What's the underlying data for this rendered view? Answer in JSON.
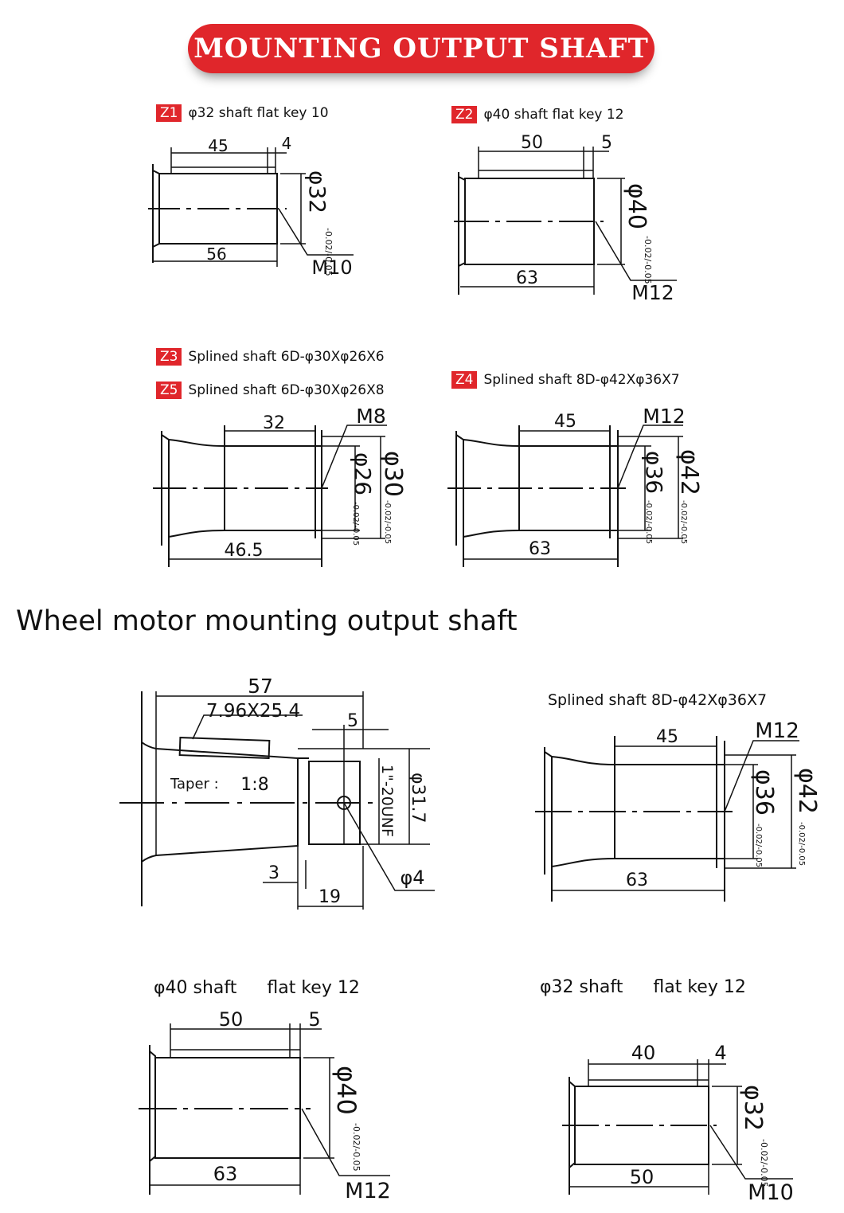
{
  "banner": {
    "title": "MOUNTING OUTPUT SHAFT"
  },
  "z1": {
    "tag": "Z1",
    "caption": "φ32 shaft  flat key 10",
    "d_key": "45",
    "d_step": "4",
    "d_len": "56",
    "d_dia": "φ32",
    "tol": "-0.02/-0.05",
    "thread": "M10"
  },
  "z2": {
    "tag": "Z2",
    "caption": "φ40 shaft  flat key 12",
    "d_key": "50",
    "d_step": "5",
    "d_len": "63",
    "d_dia": "φ40",
    "tol": "-0.02/-0.05",
    "thread": "M12"
  },
  "z3": {
    "tag": "Z3",
    "caption": "Splined shaft 6D-φ30Xφ26X6"
  },
  "z5": {
    "tag": "Z5",
    "caption": "Splined shaft 6D-φ30Xφ26X8",
    "d_spline": "32",
    "d_len": "46.5",
    "thread": "M8",
    "d_inner": "φ26",
    "d_outer": "φ30",
    "tol": "-0.02/-0.05"
  },
  "z4": {
    "tag": "Z4",
    "caption": "Splined shaft 8D-φ42Xφ36X7",
    "d_spline": "45",
    "d_len": "63",
    "thread": "M12",
    "d_inner": "φ36",
    "d_outer": "φ42",
    "tol": "-0.02/-0.05"
  },
  "wheel": {
    "title": "Wheel motor mounting output shaft",
    "taper": {
      "d_len": "57",
      "key": "7.96X25.4",
      "d_step": "5",
      "taper_label": "Taper :",
      "ratio": "1:8",
      "unf": "1\"-20UNF",
      "d_dia": "φ31.7",
      "d_small": "3",
      "d_nut": "19",
      "hole": "φ4"
    },
    "spline": {
      "caption": "Splined shaft 8D-φ42Xφ36X7",
      "d_spline": "45",
      "d_len": "63",
      "thread": "M12",
      "d_inner": "φ36",
      "d_outer": "φ42",
      "tol": "-0.02/-0.05"
    }
  },
  "bottom": {
    "left": {
      "shaft": "φ40 shaft",
      "key": "flat key 12",
      "d_key": "50",
      "d_step": "5",
      "d_len": "63",
      "d_dia": "φ40",
      "tol": "-0.02/-0.05",
      "thread": "M12"
    },
    "right": {
      "shaft": "φ32 shaft",
      "key": "flat key 12",
      "d_key": "40",
      "d_step": "4",
      "d_len": "50",
      "d_dia": "φ32",
      "tol": "-0.02/-0.05",
      "thread": "M10"
    }
  },
  "colors": {
    "accent": "#e0262b",
    "line": "#111111"
  }
}
